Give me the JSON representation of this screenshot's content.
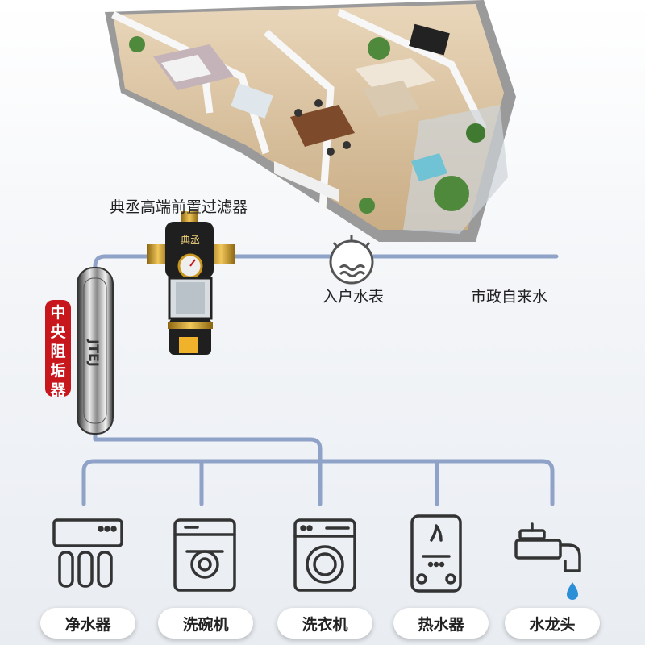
{
  "labels": {
    "prefilter_title": "典丞高端前置过滤器",
    "water_meter": "入户水表",
    "municipal_water": "市政自来水",
    "filter_brand": "典丞"
  },
  "scale_blocker": {
    "chars": [
      "中",
      "央",
      "阻",
      "垢",
      "器"
    ],
    "logo_text": "JTEJ"
  },
  "appliances": [
    {
      "label": "净水器",
      "icon": "water-purifier-icon"
    },
    {
      "label": "洗碗机",
      "icon": "dishwasher-icon"
    },
    {
      "label": "洗衣机",
      "icon": "washing-machine-icon"
    },
    {
      "label": "热水器",
      "icon": "water-heater-icon"
    },
    {
      "label": "水龙头",
      "icon": "faucet-icon"
    }
  ],
  "colors": {
    "pipe": "#8fa2c7",
    "badge": "#c8161d",
    "water_drop": "#2a8fd6",
    "filter_gold": "#c9961d"
  }
}
